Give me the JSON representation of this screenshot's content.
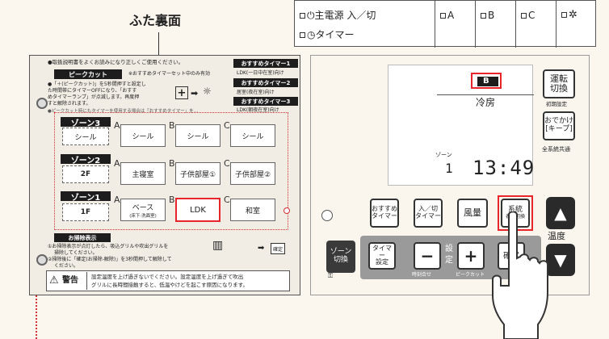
{
  "cover_label": "ふた裏面",
  "mode_labels": {
    "power": "主電源 入／切",
    "timer": "タイマー",
    "a": "A",
    "b": "B",
    "c": "C"
  },
  "lid": {
    "instruction_read": "●取扱説明書をよくお読みになり正しくご使用ください。",
    "peak_cut": "ピークカット",
    "peak_cut_note": "※おすすめタイマーセット中のみ有効",
    "peak_desc_1": "●「＋(ピークカット)」を5秒間押すと設定し",
    "peak_desc_2": "た時間帯にタイマーOFFになり、「おすす",
    "peak_desc_3": "めタイマーランプ」が点滅します。再度押",
    "peak_desc_4": "すと解除されます。",
    "peak_hint": "●ピークカット時にもタイマーを使用する場合は「おすすめタイマー」を…",
    "osusume_1": "おすすめタイマー1",
    "osusume_1_sub": "LDK(一日中在室)向け",
    "osusume_2": "おすすめタイマー2",
    "osusume_2_sub": "居室(夜在室)向け",
    "osusume_3": "おすすめタイマー3",
    "osusume_3_sub": "LDK(朝夜在室)向け",
    "zone3": "ゾーン3",
    "zone2": "ゾーン2",
    "zone1": "ゾーン1",
    "zone3_name": "シール",
    "zone2_name": "2F",
    "zone1_name": "1F",
    "z3_a": "シール",
    "z3_b": "シール",
    "z3_c": "シール",
    "z2_a": "主寝室",
    "z2_b": "子供部屋①",
    "z2_c": "子供部屋②",
    "z1_a": "ベース",
    "z1_a_sub": "(床下·洗面室)",
    "z1_b": "LDK",
    "z1_c": "和室",
    "letter_a": "A",
    "letter_b": "B",
    "letter_c": "C",
    "cleaning_title": "お掃除表示",
    "cleaning_1": "①お掃除表示が点灯したら、吸込グリルや吹出グリルを",
    "cleaning_1b": "掃除してください。",
    "cleaning_2": "②掃除後に「確定(お掃除-解除)」を3秒間押して解除して",
    "cleaning_2b": "ください。",
    "confirm_small": "確定",
    "warning_label": "警告",
    "warning_1": "設定温度を上げ過ぎないでください。設定温度を上げ過ぎて吹出",
    "warning_2": "グリルに長時間接触すると、低温やけどを起こす原因になります。"
  },
  "display": {
    "zone_value": "B",
    "mode_text": "冷房",
    "zone_label": "ゾーン",
    "digit": "1",
    "time": "13:49"
  },
  "right_buttons": {
    "unten_1": "運転",
    "unten_2": "切換",
    "shoki": "初期設定",
    "odekake_1": "おでかけ",
    "odekake_2": "[キープ]",
    "zenkeitou": "全系統共通"
  },
  "bottom_buttons": {
    "osusume_timer_1": "おすすめ",
    "osusume_timer_2": "タイマー",
    "iri_kiri_1": "入／切",
    "iri_kiri_2": "タイマー",
    "fuuryou": "風量",
    "keitou_1": "系統",
    "keitou_2": "表示切換",
    "ondo": "温度",
    "zone_kirikae_1": "ゾーン",
    "zone_kirikae_2": "切換",
    "timer_settei_1": "タイマー",
    "timer_settei_2": "設定",
    "settei_1": "設",
    "settei_2": "定",
    "jikoku": "時刻合せ",
    "peakcut_small": "ピークカット",
    "kakutei": "確定"
  },
  "colors": {
    "highlight": "#e8252a",
    "dark": "#1d1d1d",
    "dot_line": "#d23030"
  }
}
